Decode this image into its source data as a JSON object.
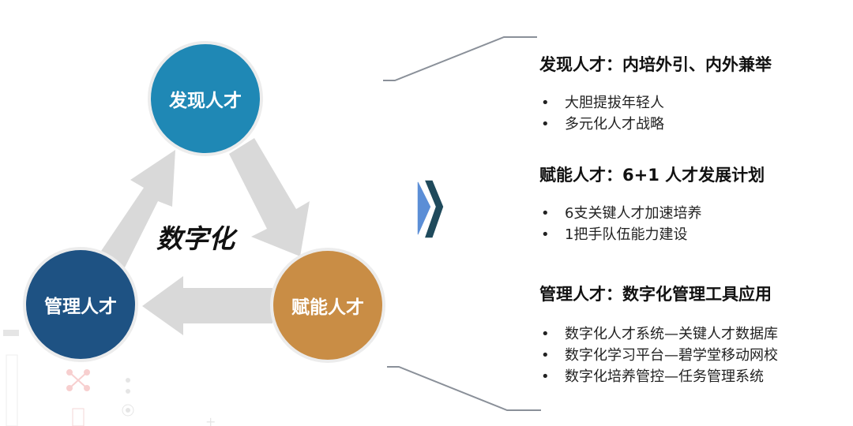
{
  "diagram": {
    "center_label": "数字化",
    "nodes": [
      {
        "label": "发现人才",
        "color": "#1f88b5"
      },
      {
        "label": "赋能人才",
        "color": "#c98d45"
      },
      {
        "label": "管理人才",
        "color": "#1e5283"
      }
    ]
  },
  "sections": [
    {
      "heading": "发现人才：内培外引、内外兼举",
      "bullets": [
        "大胆提拔年轻人",
        "多元化人才战略"
      ]
    },
    {
      "heading": "赋能人才：6+1 人才发展计划",
      "bullets": [
        "6支关键人才加速培养",
        "1把手队伍能力建设"
      ]
    },
    {
      "heading": "管理人才：数字化管理工具应用",
      "bullets": [
        "数字化人才系统—关键人才数据库",
        "数字化学习平台—碧学堂移动网校",
        "数字化培养管控—任务管理系统"
      ]
    }
  ]
}
